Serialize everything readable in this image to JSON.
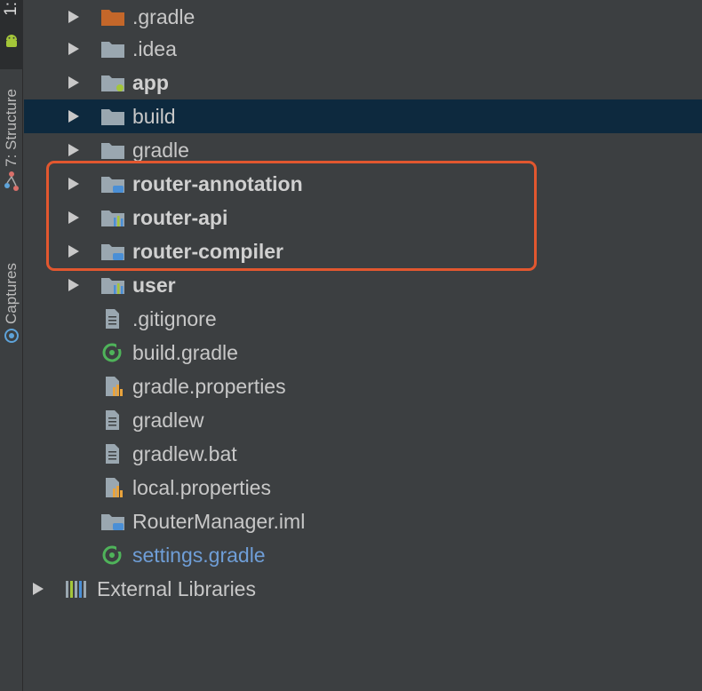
{
  "sidebar": {
    "tabs": [
      {
        "label": "1:"
      },
      {
        "label": "7: Structure"
      },
      {
        "label": "Captures"
      }
    ]
  },
  "tree": {
    "rows": [
      {
        "label": ".gradle",
        "icon": "folder-orange-icon",
        "expandable": true,
        "bold": false
      },
      {
        "label": ".idea",
        "icon": "folder-icon",
        "expandable": true,
        "bold": false
      },
      {
        "label": "app",
        "icon": "android-module-folder-icon",
        "expandable": true,
        "bold": true
      },
      {
        "label": "build",
        "icon": "folder-icon",
        "expandable": true,
        "bold": false,
        "selected": true
      },
      {
        "label": "gradle",
        "icon": "folder-icon",
        "expandable": true,
        "bold": false
      },
      {
        "label": "router-annotation",
        "icon": "java-module-folder-icon",
        "expandable": true,
        "bold": true
      },
      {
        "label": "router-api",
        "icon": "library-module-folder-icon",
        "expandable": true,
        "bold": true
      },
      {
        "label": "router-compiler",
        "icon": "java-module-folder-icon",
        "expandable": true,
        "bold": true
      },
      {
        "label": "user",
        "icon": "library-module-folder-icon",
        "expandable": true,
        "bold": true
      },
      {
        "label": ".gitignore",
        "icon": "text-file-icon",
        "expandable": false
      },
      {
        "label": "build.gradle",
        "icon": "gradle-file-icon",
        "expandable": false
      },
      {
        "label": "gradle.properties",
        "icon": "properties-file-icon",
        "expandable": false
      },
      {
        "label": "gradlew",
        "icon": "text-file-icon",
        "expandable": false
      },
      {
        "label": "gradlew.bat",
        "icon": "text-file-icon",
        "expandable": false
      },
      {
        "label": "local.properties",
        "icon": "properties-file-icon",
        "expandable": false
      },
      {
        "label": "RouterManager.iml",
        "icon": "module-file-icon",
        "expandable": false
      },
      {
        "label": "settings.gradle",
        "icon": "gradle-file-icon",
        "expandable": false,
        "color": "#6f9ed7"
      },
      {
        "label": "External Libraries",
        "icon": "libraries-icon",
        "expandable": true,
        "root": true
      }
    ]
  },
  "colors": {
    "background": "#3c3f41",
    "selection": "#0d293e",
    "highlight_border": "#e2572f",
    "text": "#c8c8c8",
    "link_text": "#6f9ed7"
  }
}
